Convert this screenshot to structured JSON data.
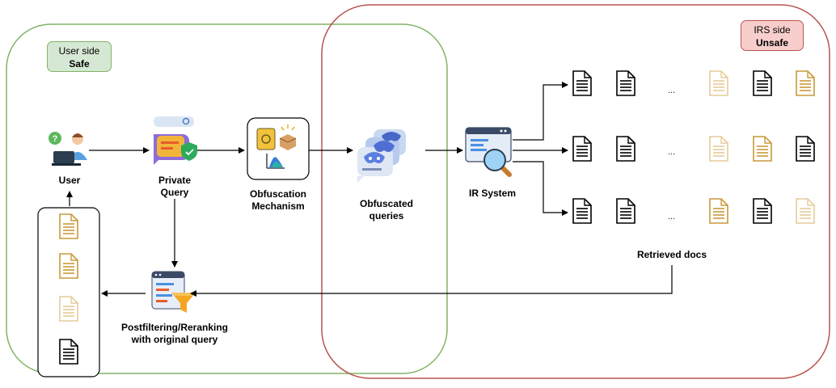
{
  "zones": {
    "user": {
      "line1": "User side",
      "line2": "Safe",
      "border": "#82b366",
      "fill": "#d5e8d4"
    },
    "irs": {
      "line1": "IRS side",
      "line2": "Unsafe",
      "border": "#b85450",
      "fill": "#f8cecc"
    }
  },
  "nodes": {
    "user": "User",
    "private_query": [
      "Private",
      "Query"
    ],
    "obfuscation": [
      "Obfuscation",
      "Mechanism"
    ],
    "obfuscated": [
      "Obfuscated",
      "queries"
    ],
    "ir_system": "IR System",
    "retrieved": "Retrieved docs",
    "postfilter": [
      "Postfiltering/Reranking",
      "with original query"
    ]
  },
  "ellipsis": "...",
  "colors": {
    "doc_black": "#000000",
    "doc_gold": "#c8993a",
    "doc_light": "#e6cc9a"
  },
  "doc_rows": [
    [
      "black",
      "black",
      "light",
      "black",
      "gold"
    ],
    [
      "black",
      "black",
      "light",
      "gold",
      "black"
    ],
    [
      "black",
      "black",
      "gold",
      "black",
      "light"
    ]
  ],
  "result_docs": [
    "gold",
    "gold",
    "light",
    "black"
  ],
  "icons": [
    "user-icon",
    "private-query-icon",
    "obfuscation-icon",
    "obfuscated-queries-icon",
    "ir-system-icon",
    "postfilter-icon",
    "document-icon"
  ]
}
